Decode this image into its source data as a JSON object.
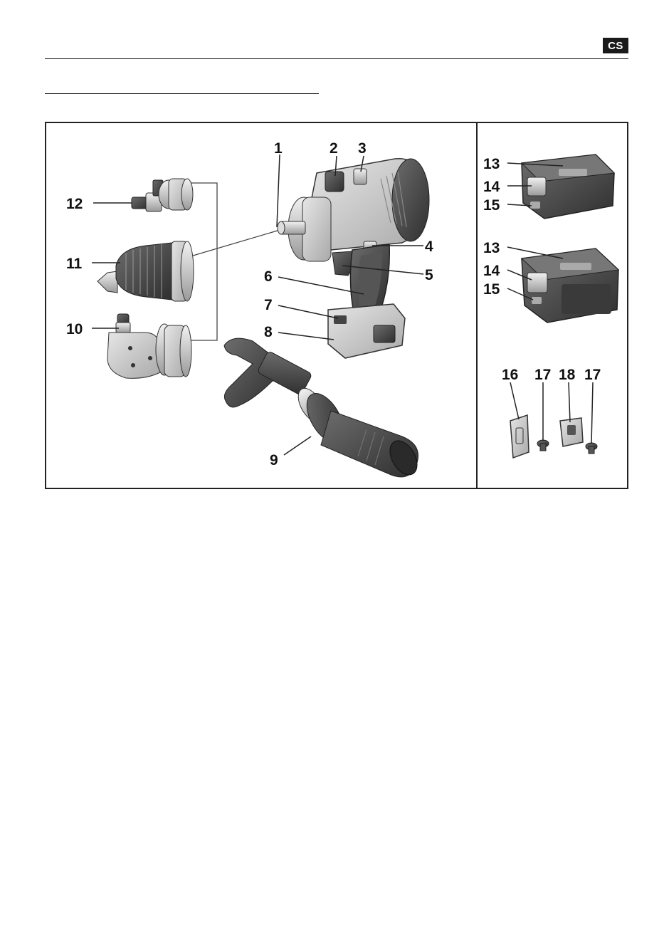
{
  "header": {
    "language_code": "CS"
  },
  "figure": {
    "callouts": [
      {
        "id": "c1",
        "label": "1"
      },
      {
        "id": "c2",
        "label": "2"
      },
      {
        "id": "c3",
        "label": "3"
      },
      {
        "id": "c4",
        "label": "4"
      },
      {
        "id": "c5",
        "label": "5"
      },
      {
        "id": "c6",
        "label": "6"
      },
      {
        "id": "c7",
        "label": "7"
      },
      {
        "id": "c8",
        "label": "8"
      },
      {
        "id": "c9",
        "label": "9"
      },
      {
        "id": "c10",
        "label": "10"
      },
      {
        "id": "c11",
        "label": "11"
      },
      {
        "id": "c12",
        "label": "12"
      },
      {
        "id": "c13a",
        "label": "13"
      },
      {
        "id": "c14a",
        "label": "14"
      },
      {
        "id": "c15a",
        "label": "15"
      },
      {
        "id": "c13b",
        "label": "13"
      },
      {
        "id": "c14b",
        "label": "14"
      },
      {
        "id": "c15b",
        "label": "15"
      },
      {
        "id": "c16",
        "label": "16"
      },
      {
        "id": "c17a",
        "label": "17"
      },
      {
        "id": "c18",
        "label": "18"
      },
      {
        "id": "c17b",
        "label": "17"
      }
    ]
  }
}
